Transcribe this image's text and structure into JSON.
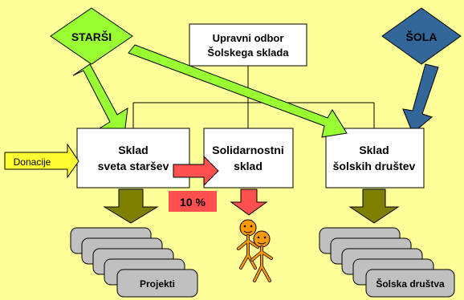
{
  "nodes": {
    "starsi": "STARŠI",
    "sola": "ŠOLA",
    "upravni_line1": "Upravni odbor",
    "upravni_line2": "Šolskega sklada",
    "sklad_starsev_line1": "Sklad",
    "sklad_starsev_line2": "sveta staršev",
    "solidarnostni_line1": "Solidarnostni",
    "solidarnostni_line2": "sklad",
    "sklad_drustev_line1": "Sklad",
    "sklad_drustev_line2": "šolskih društev",
    "donacije": "Donacije",
    "percent": "10 %",
    "projekti": "Projekti",
    "solska_drustva": "Šolska društva"
  },
  "colors": {
    "background": "#ffff99",
    "green_arrow": "#99ff33",
    "blue_node": "#336699",
    "olive_arrow": "#808000",
    "red_arrow": "#ff5050",
    "donacije_arrow": "#ffff33",
    "figure_orange": "#ff9900",
    "stack_gray": "#c0c0c0"
  },
  "icons": {
    "people": "people-figures-icon"
  }
}
